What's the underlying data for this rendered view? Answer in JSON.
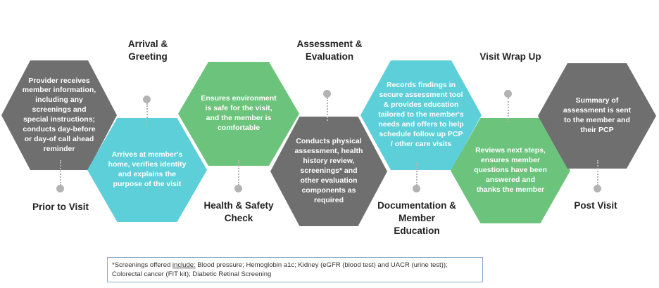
{
  "stages": [
    {
      "title": [
        "Prior to Visit"
      ],
      "text": [
        "Provider receives",
        "member information,",
        "including any",
        "screenings and",
        "special instructions;",
        "conducts day-before",
        "or day-of call ahead",
        "reminder"
      ]
    },
    {
      "title": [
        "Arrival &",
        "Greeting"
      ],
      "text": [
        "Arrives at member's",
        "home, verifies identity",
        "and explains the",
        "purpose of the visit"
      ]
    },
    {
      "title": [
        "Health & Safety",
        "Check"
      ],
      "text": [
        "Ensures environment",
        "is safe for the visit,",
        "and the member is",
        "comfortable"
      ]
    },
    {
      "title": [
        "Assessment &",
        "Evaluation"
      ],
      "text": [
        "Conducts physical",
        "assessment, health",
        "history review,",
        "screenings* and",
        "other evaluation",
        "components as",
        "required"
      ]
    },
    {
      "title": [
        "Documentation &",
        "Member",
        "Education"
      ],
      "text": [
        "Records findings in",
        "secure assessment tool",
        "& provides education",
        "tailored to the member's",
        "needs and offers to help",
        "schedule follow up PCP",
        "/ other care visits"
      ]
    },
    {
      "title": [
        "Visit Wrap Up"
      ],
      "text": [
        "Reviews next steps,",
        "ensures member",
        "questions have been",
        "answered and",
        "thanks the member"
      ]
    },
    {
      "title": [
        "Post Visit"
      ],
      "text": [
        "Summary of",
        "assessment is sent",
        "to the member and",
        "their PCP"
      ]
    }
  ],
  "colors": {
    "gray": "#6f6f6f",
    "green": "#6cc37b",
    "cyan": "#5dcfd9",
    "connector": "#b3b3b3"
  },
  "footnote": {
    "prefix": "*Screenings offered ",
    "underlined": "include:",
    "suffix": " Blood pressure; Hemoglobin a1c; Kidney (eGFR (blood test) and UACR (urine test)); Colorectal cancer (FIT kit); Diabetic Retinal Screening"
  }
}
